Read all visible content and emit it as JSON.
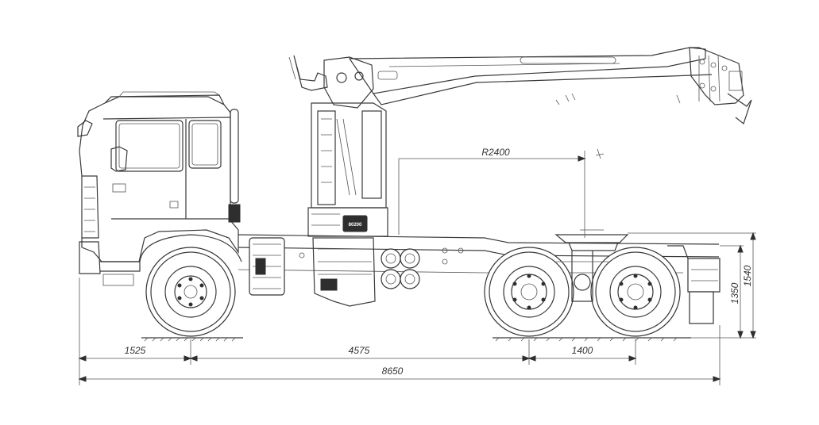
{
  "dimensions": {
    "front_overhang": "1525",
    "wheelbase_1": "4575",
    "wheelbase_2": "1400",
    "overall_length": "8650",
    "radius": "R2400",
    "height_frame": "1350",
    "height_fifth_wheel": "1540"
  },
  "crane_label": "80200"
}
